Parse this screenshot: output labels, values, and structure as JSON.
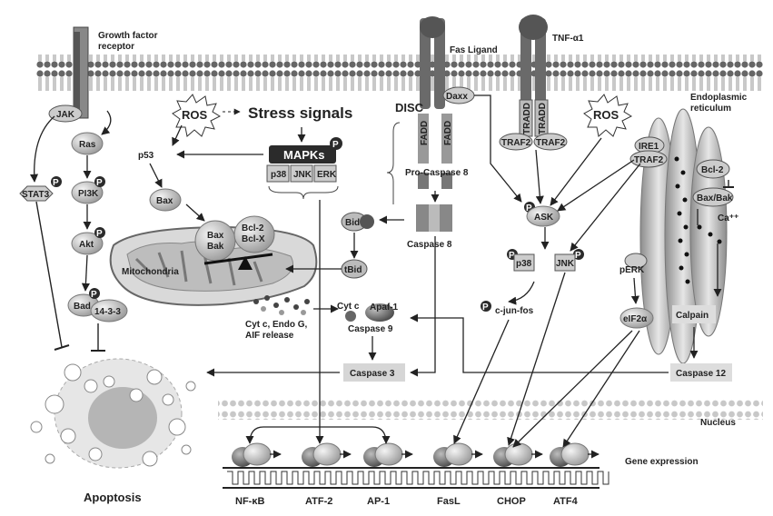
{
  "receptors": {
    "growth_factor": "Growth factor\nreceptor",
    "fas_ligand": "Fas Ligand",
    "tnf": "TNF-α1",
    "disc": "DISC",
    "fadd": "FADD",
    "daxx": "Daxx",
    "tradd": "TRADD",
    "traf2": "TRAF2",
    "pro_caspase8": "Pro-Caspase 8",
    "caspase8": "Caspase 8"
  },
  "signals": {
    "ros": "ROS",
    "stress": "Stress signals",
    "mapks": "MAPKs",
    "p38": "p38",
    "jnk": "JNK",
    "erk": "ERK",
    "phospho": "P"
  },
  "left_pathway": {
    "jak": "JAK",
    "stat3": "STAT3",
    "ras": "Ras",
    "pi3k": "PI3K",
    "akt": "Akt",
    "bad": "Bad",
    "p1433": "14-3-3",
    "p53": "p53",
    "bax": "Bax"
  },
  "mito": {
    "label": "Mitochondria",
    "bax_bak": "Bax\nBak",
    "bcl": "Bcl-2\nBcl-X",
    "release": "Cyt c, Endo G,\nAIF release",
    "bid": "Bid",
    "tbid": "tBid"
  },
  "caspases": {
    "cytc": "Cyt c",
    "apaf": "Apaf-1",
    "casp9": "Caspase 9",
    "casp3": "Caspase 3",
    "casp12": "Caspase 12"
  },
  "er": {
    "label": "Endoplasmic\nreticulum",
    "ire1": "IRE1",
    "traf2": "TRAF2",
    "bcl2": "Bcl-2",
    "baxbak": "Bax/Bak",
    "ca": "Ca⁺⁺",
    "perk": "pERK",
    "eif2a": "eIF2α",
    "calpain": "Calpain"
  },
  "mapk_targets": {
    "ask": "ASK",
    "p38": "p38",
    "jnk": "JNK",
    "cjun": "c-jun-fos"
  },
  "nucleus": {
    "label": "Nucleus",
    "gene_expression": "Gene expression",
    "genes": [
      "NF-κB",
      "ATF-2",
      "AP-1",
      "FasL",
      "CHOP",
      "ATF4"
    ]
  },
  "apoptosis": "Apoptosis"
}
